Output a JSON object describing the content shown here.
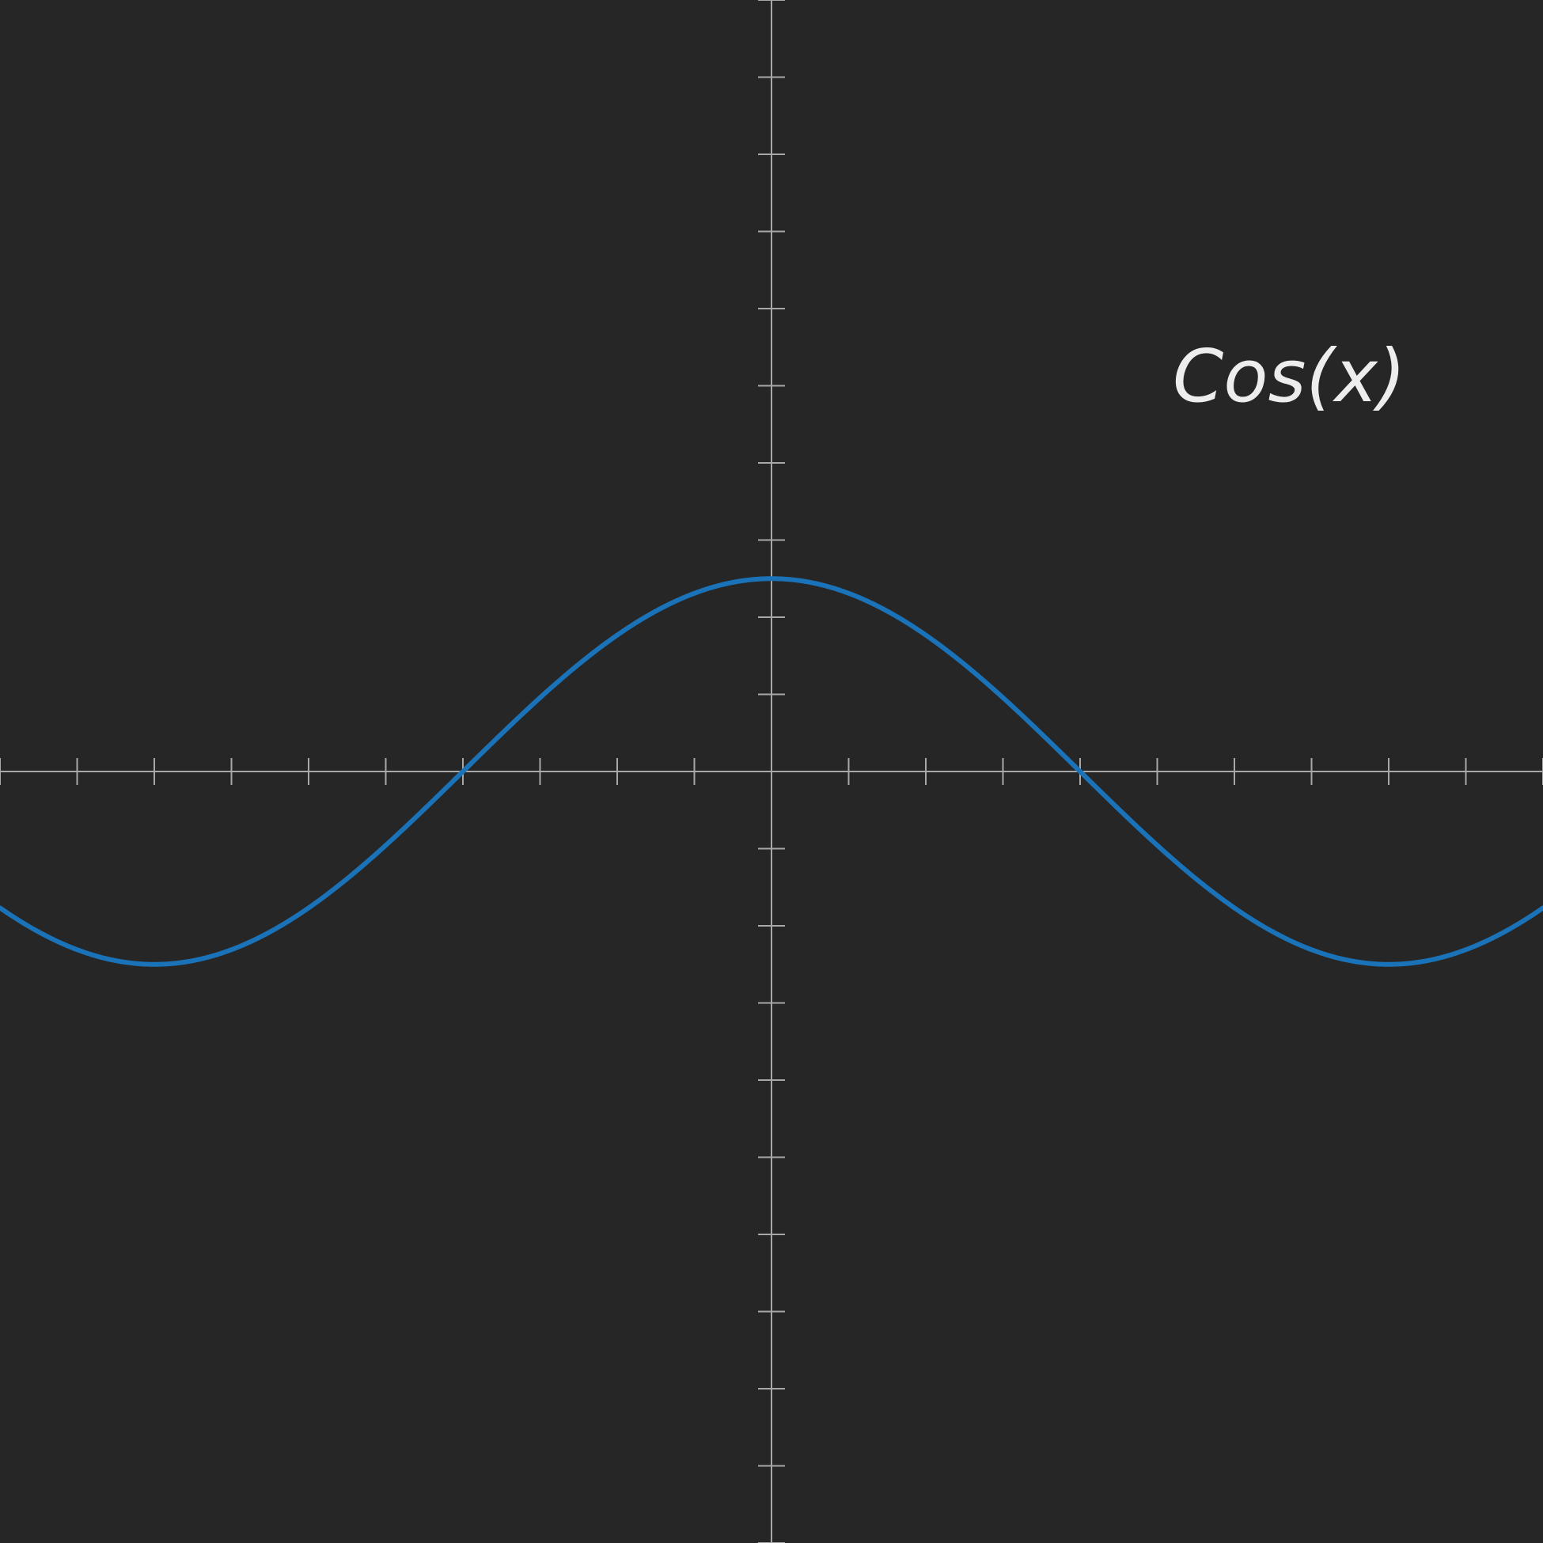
{
  "colors": {
    "background": "#262626",
    "axis": "#a8a8a8",
    "curve": "#1a73b8",
    "label": "#ededed"
  },
  "chart_data": {
    "type": "line",
    "title": "",
    "xlabel": "",
    "ylabel": "",
    "xlim": [
      -10,
      10
    ],
    "ylim": [
      -10,
      10
    ],
    "x_tick_step": 1,
    "y_tick_step": 1,
    "grid": false,
    "series": [
      {
        "function": "cos",
        "amplitude": 2.5,
        "period": 16,
        "x": [
          -10,
          -9,
          -8,
          -7,
          -6,
          -5,
          -4,
          -3,
          -2,
          -1,
          0,
          1,
          2,
          3,
          4,
          5,
          6,
          7,
          8,
          9,
          10
        ],
        "y": [
          -1.63,
          -2.31,
          -2.5,
          -2.31,
          -1.77,
          -0.96,
          0,
          0.96,
          1.77,
          2.31,
          2.5,
          2.31,
          1.77,
          0.96,
          0,
          -0.96,
          -1.77,
          -2.31,
          -2.5,
          -2.31,
          -1.63
        ]
      }
    ],
    "annotations": [
      {
        "text": "Cos(x)",
        "x": 5.2,
        "y": 4.8
      }
    ]
  }
}
